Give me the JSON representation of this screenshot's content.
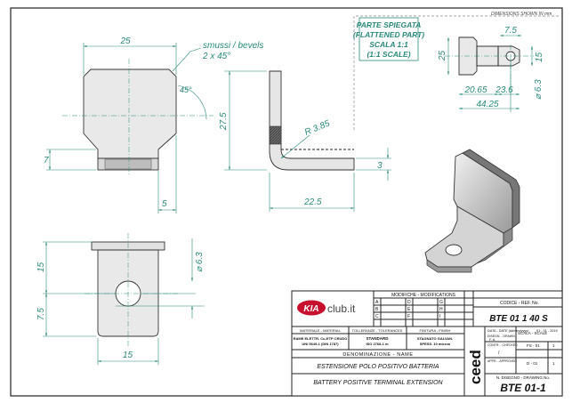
{
  "header": {
    "units_note": "DIMENSIONS SHOWN IN mm"
  },
  "flattened": {
    "title1": "PARTE SPIEGATA",
    "title2": "(FLATTENED PART)",
    "title3": "SCALA 1:1",
    "title4": "(1:1 SCALE)",
    "d_top": "7.5",
    "d_left": "25",
    "d_right": "15",
    "d_a": "20.65",
    "d_b": "23.6",
    "d_total": "44.25",
    "d_hole": "⌀ 6.3"
  },
  "front": {
    "d_width": "25",
    "bevel1": "smussi / bevels",
    "bevel2": "2 x 45°",
    "angle": "45°",
    "d_7": "7",
    "d_5": "5"
  },
  "side": {
    "d_height": "27.5",
    "radius": "R 3.85",
    "d_thick": "3",
    "d_len": "22.5"
  },
  "bottom": {
    "d_15v": "15",
    "d_75": "7.5",
    "d_15h": "15",
    "d_hole": "⌀ 6.3"
  },
  "titleblock": {
    "logo_kia": "KIA",
    "logo_club": "club.it",
    "mod_header": "MODIFICHE - MODIFICATIONS",
    "mod_letters_a": [
      "A",
      "B",
      "C"
    ],
    "mod_letters_b": [
      "D",
      "E",
      "F"
    ],
    "mod_letters_c": [
      "G",
      "H",
      "I"
    ],
    "material_h": "MATERIALE - MATERIAL",
    "material_v": "RAME ELETTR. Cu-ETP CRUDO",
    "material_v2": "UNI 5649-1 (DIN 1787)",
    "tol_h": "TOLLERANZE - TOLERANCES",
    "tol_v": "STANDARD",
    "tol_v2": "ISO 2768-1 m",
    "fin_h": "FINITURA - FINISH",
    "fin_v": "STAGNATO GALVAN.",
    "fin_v2": "SPESS. 10 micron",
    "denom_h": "DENOMINAZIONE - NAME",
    "name_it": "ESTENSIONE POLO POSITIVO BATTERIA",
    "name_en": "BATTERY POSITIVE TERMINAL EXTENSION",
    "brand": "ceed",
    "code_h": "CODICE - REF. No.",
    "code_v": "BTE 01 1 40 S",
    "date_l": "DATA - DATE (dd/mm/yyyy)",
    "date_v": "01 - 01 - 2019",
    "drawn_l": "DISEGN. - DRAWN",
    "drawn_v": "F. A.",
    "check_l": "CONTR. - CHECKED",
    "appr_l": "APPR. - APPROVED",
    "scale_l": "SCALA - SCALE",
    "scale_v1": "FS - 01",
    "scale_v2": "1",
    "scale_v3": "D - 01",
    "scale_v4": "1",
    "scale_slash": "/",
    "dwg_l": "N. DISEGNO - DRAWING No.",
    "dwg_v": "BTE 01-1"
  }
}
